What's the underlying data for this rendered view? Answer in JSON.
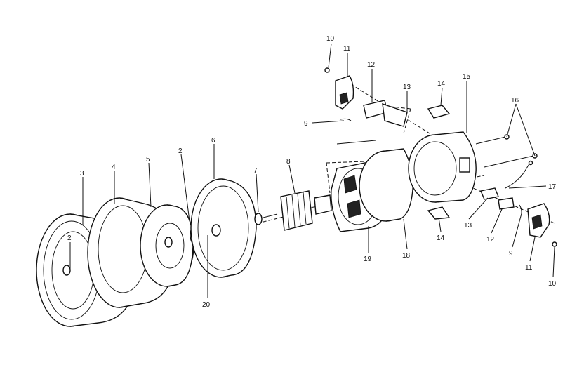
{
  "diagram": {
    "callouts": {
      "c3": "3",
      "c4": "4",
      "c5": "5",
      "c2a": "2",
      "c2b": "2",
      "c6": "6",
      "c7": "7",
      "c8": "8",
      "c20": "20",
      "c19": "19",
      "c18": "18",
      "c10a": "10",
      "c11a": "11",
      "c12a": "12",
      "c13a": "13",
      "c14a": "14",
      "c15": "15",
      "c9a": "9",
      "c16": "16",
      "c17": "17",
      "c13b": "13",
      "c14b": "14",
      "c12b": "12",
      "c9b": "9",
      "c11b": "11",
      "c10b": "10"
    }
  }
}
